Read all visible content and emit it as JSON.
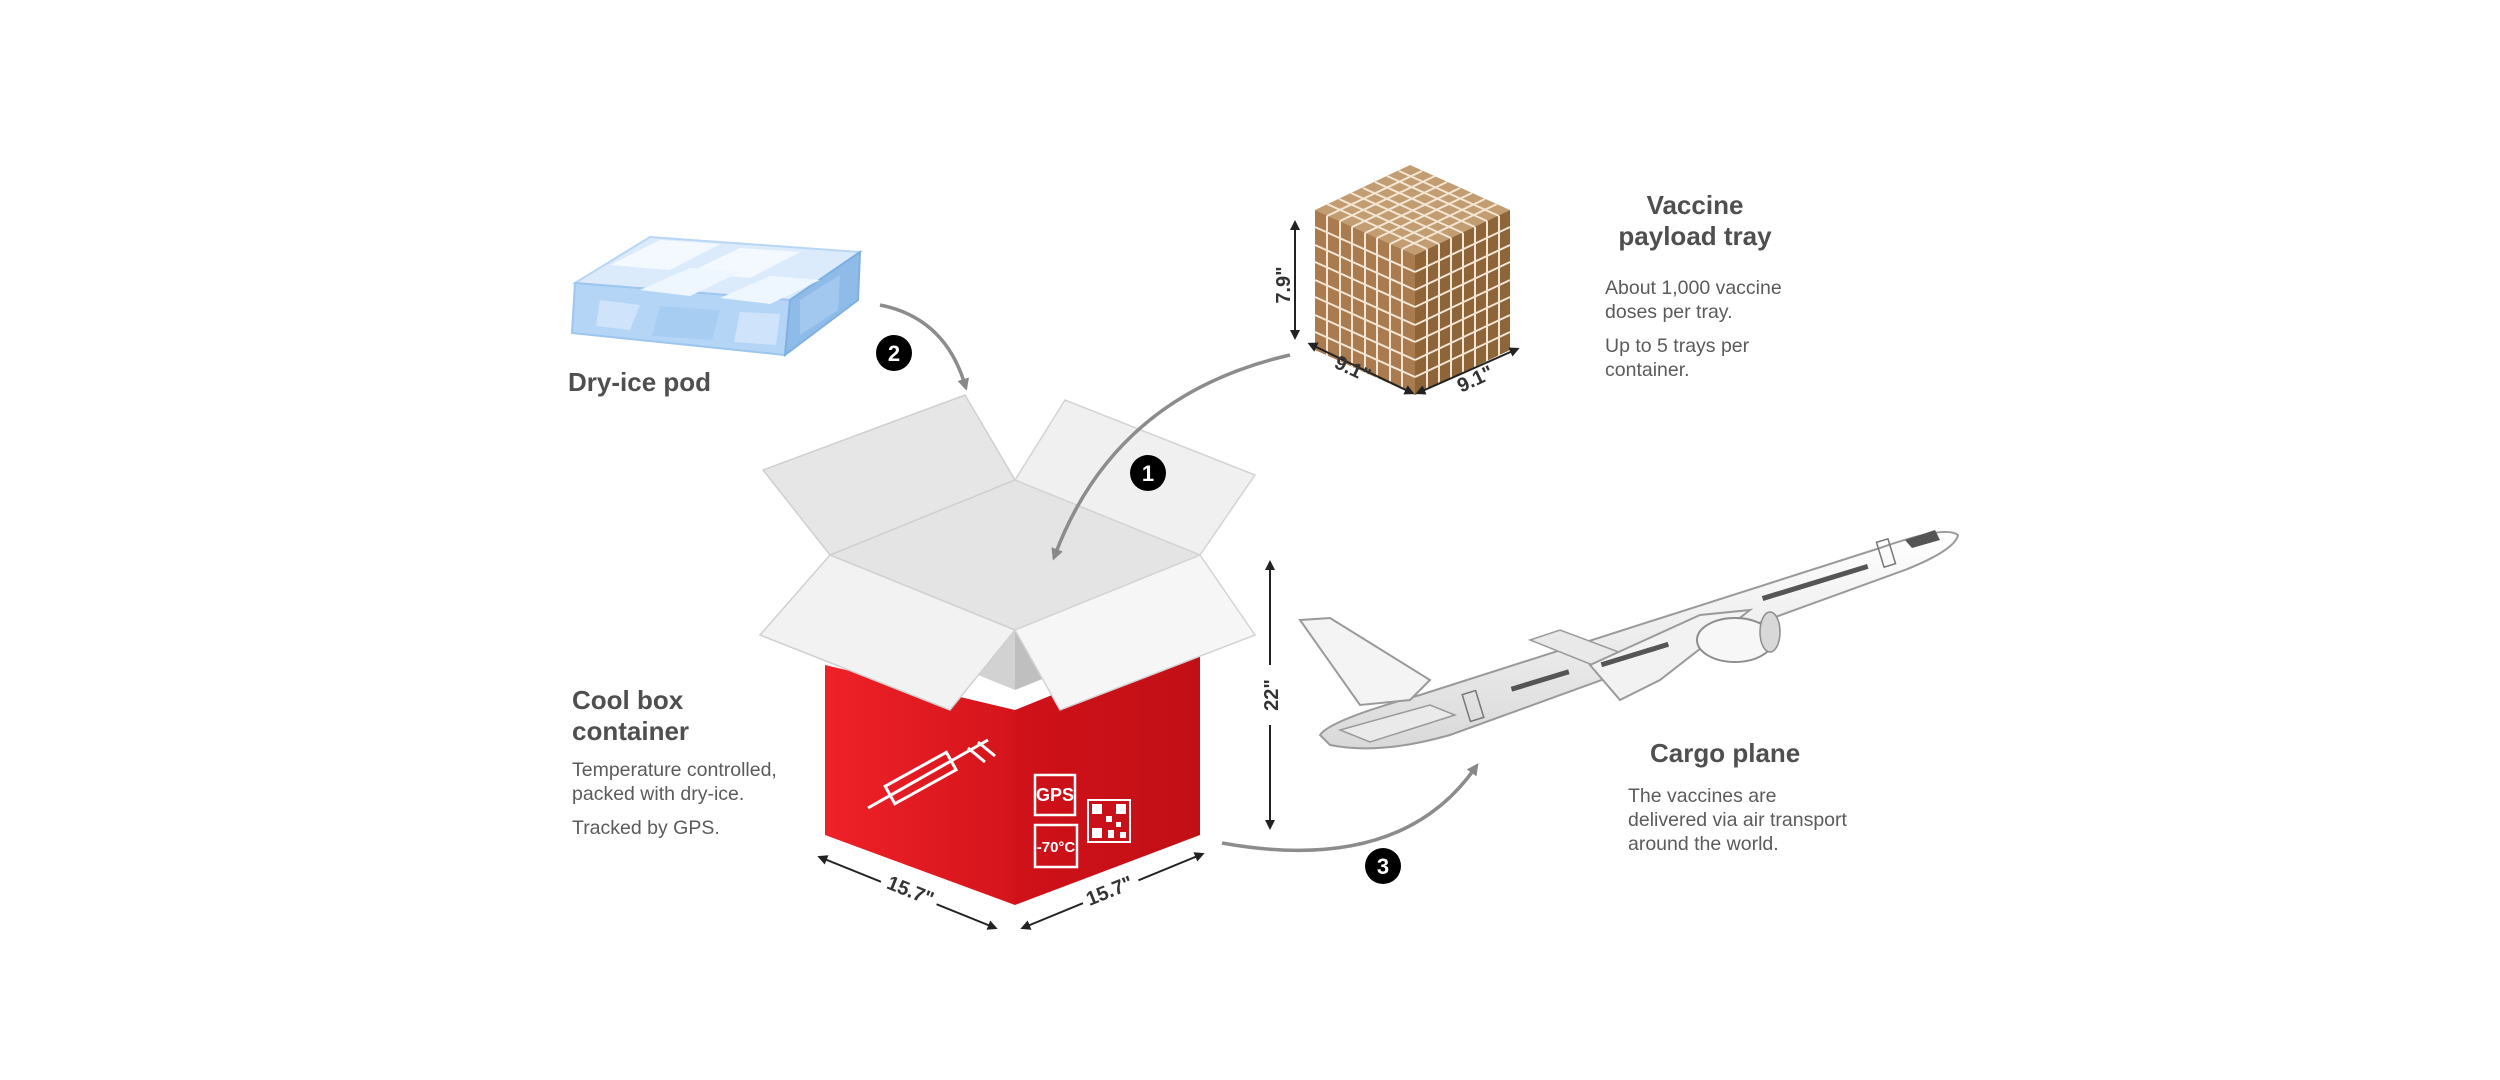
{
  "dry_ice": {
    "title": "Dry-ice pod"
  },
  "payload_tray": {
    "title_line1": "Vaccine",
    "title_line2": "payload tray",
    "desc_line1": "About 1,000 vaccine",
    "desc_line2": "doses per tray.",
    "desc_line3": "Up to 5 trays per",
    "desc_line4": "container.",
    "height_dim": "7.9\"",
    "width_dim_left": "9.1\"",
    "width_dim_right": "9.1\""
  },
  "cool_box": {
    "title_line1": "Cool box",
    "title_line2": "container",
    "desc_line1": "Temperature controlled,",
    "desc_line2": "packed with dry-ice.",
    "desc_line3": "Tracked by GPS.",
    "height_dim": "22\"",
    "width_dim_left": "15.7\"",
    "width_dim_right": "15.7\"",
    "gps_label": "GPS",
    "temp_label": "-70°C",
    "box_color": "#e0141c"
  },
  "cargo_plane": {
    "title": "Cargo plane",
    "desc_line1": "The vaccines are",
    "desc_line2": "delivered via air transport",
    "desc_line3": "around the world."
  },
  "steps": {
    "step1": "1",
    "step2": "2",
    "step3": "3"
  }
}
